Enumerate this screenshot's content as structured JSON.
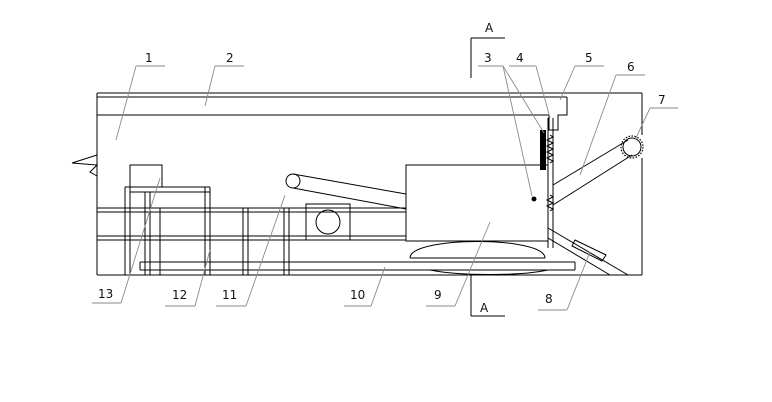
{
  "diagram": {
    "labels": [
      "1",
      "2",
      "3",
      "4",
      "5",
      "6",
      "7",
      "8",
      "9",
      "10",
      "11",
      "12",
      "13"
    ],
    "section_mark_top": "A",
    "section_mark_bottom": "A"
  }
}
